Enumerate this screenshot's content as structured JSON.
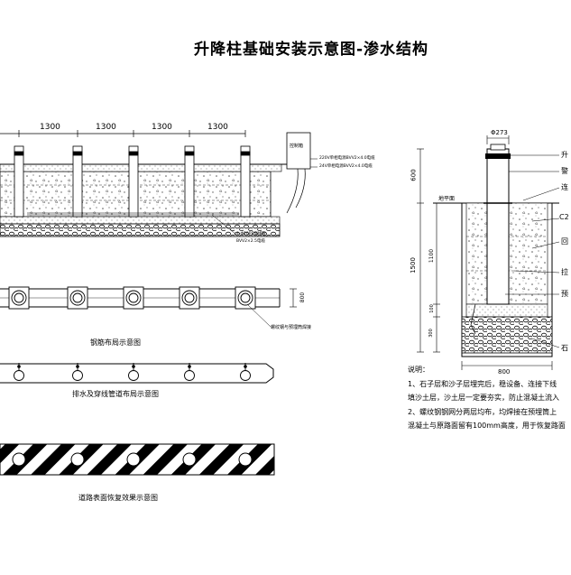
{
  "title": "升降柱基础安装示意图-渗水结构",
  "left_section": {
    "spacing_labels": [
      "1300",
      "1300",
      "1300",
      "1300"
    ],
    "control_box_label": "控制箱",
    "cable_label_1": "220V单相电源BVV2×4.0电缆",
    "cable_label_2": "24V单相电源BVV2×4.0电缆",
    "pipe_label_1": "4-Φ20PE穿线管",
    "pipe_label_2": "BVV2×2.5电缆",
    "rebar_width_label": "800",
    "rebar_note": "螺纹钢与预埋筒焊接",
    "caption_rebar": "钢筋布局示意图",
    "caption_drain": "排水及穿线管道布局示意图",
    "caption_surface": "道路表面恢复效果示意图"
  },
  "right_section": {
    "diameter_label": "Φ273",
    "ground_label": "地平面",
    "dim_600": "600",
    "dim_1500": "1500",
    "dim_1100": "1100",
    "dim_100": "100",
    "dim_300": "300",
    "dim_800": "800",
    "side_labels": [
      "升",
      "警",
      "连",
      "C2",
      "回",
      "拉",
      "预",
      "石"
    ]
  },
  "notes": {
    "heading": "说明：",
    "lines": [
      "1、石子层和沙子层埋完后，稳设备、连接下线",
      "填沙土层，沙土层一定要夯实，防止混凝土流入",
      "2、螺纹钢钢网分两层均布，均焊接在预埋筒上",
      "混凝土与原路面留有100mm高度，用于恢复路面"
    ]
  }
}
